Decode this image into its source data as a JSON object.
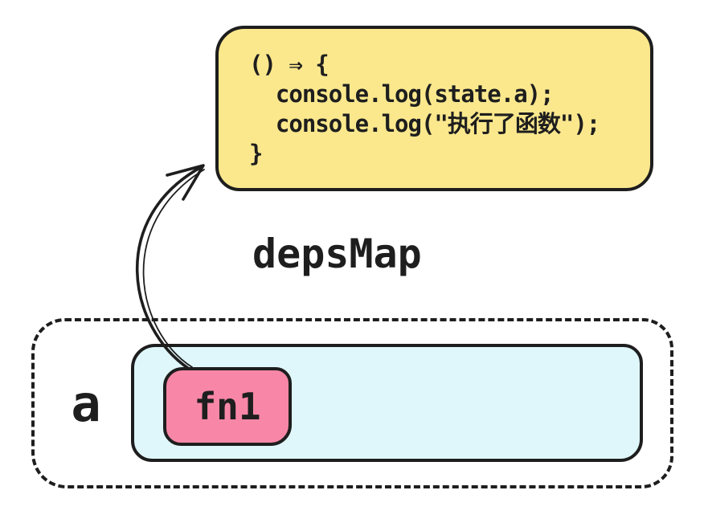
{
  "diagram": {
    "callback_box": {
      "lines": {
        "l1": "() ⇒ {",
        "l2": "  console.log(state.a);",
        "l3": "  console.log(\"执行了函数\");",
        "l4": "}"
      }
    },
    "deps_map_label": "depsMap",
    "outer_group": {
      "key_label": "a"
    },
    "dep_item": {
      "label": "fn1"
    },
    "colors": {
      "ink": "#1e1e1e",
      "callback_fill": "#fbe88d",
      "dep_set_fill": "#dff7fa",
      "fn_chip_fill": "#f887a7",
      "background": "#ffffff"
    }
  }
}
